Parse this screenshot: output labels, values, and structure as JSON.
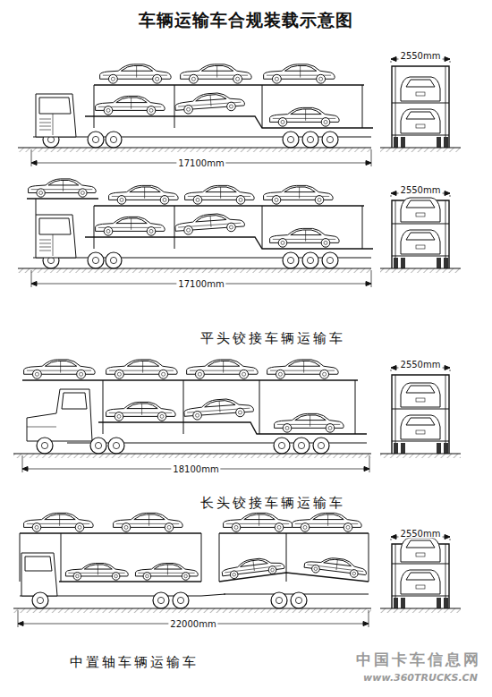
{
  "diagram": {
    "title": "车辆运输车合规装载示意图",
    "labels": [
      "2550mm",
      "17100mm",
      "2550mm",
      "17100mm",
      "平头铰接车辆运输车",
      "2550mm",
      "18100mm",
      "长头铰接车辆运输车",
      "2550mm",
      "22000mm",
      "中置轴车辆运输车",
      "中国卡车信息网",
      "www.360TRUCKS.CN"
    ]
  }
}
